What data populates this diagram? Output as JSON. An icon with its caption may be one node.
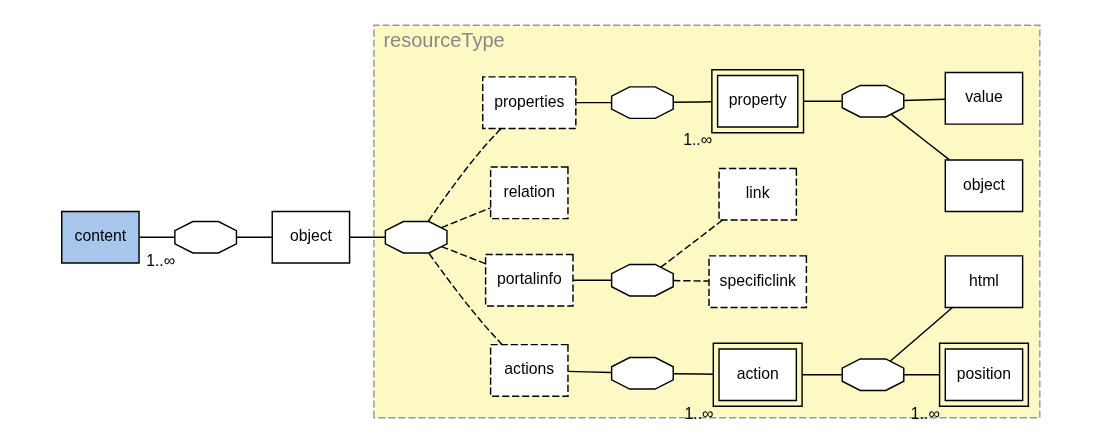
{
  "diagram": {
    "nodes": [
      {
        "text": [
          "content"
        ]
      },
      {
        "text": [],
        "shape": "octagon",
        "beside": [
          "1..∞"
        ]
      },
      {
        "text": [
          "object"
        ]
      },
      {
        "text": [
          "resourceType"
        ]
      },
      {
        "text": [],
        "shape": "octagon",
        "in": 3
      },
      {
        "text": [
          "properties"
        ],
        "in": 3
      },
      {
        "text": [
          "relation"
        ],
        "in": 3
      },
      {
        "text": [
          "portalinfo"
        ],
        "in": 3
      },
      {
        "text": [
          "actions"
        ],
        "in": 3
      },
      {
        "text": [],
        "shape": "octagon",
        "in": 3
      },
      {
        "text": [
          "property"
        ],
        "in": 3,
        "beside": [
          "1..∞"
        ]
      },
      {
        "text": [],
        "shape": "octagon",
        "in": 3
      },
      {
        "text": [
          "value"
        ],
        "in": 3
      },
      {
        "text": [
          "object"
        ],
        "in": 3
      },
      {
        "text": [],
        "shape": "octagon",
        "in": 3
      },
      {
        "text": [
          "link"
        ],
        "in": 3
      },
      {
        "text": [
          "specificlink"
        ],
        "in": 3
      },
      {
        "text": [],
        "shape": "octagon",
        "in": 3
      },
      {
        "text": [
          "action"
        ],
        "in": 3,
        "beside": [
          "1..∞"
        ]
      },
      {
        "text": [],
        "shape": "octagon",
        "in": 3
      },
      {
        "text": [
          "html"
        ],
        "in": 3
      },
      {
        "text": [
          "position"
        ],
        "in": 3,
        "beside": [
          "1..∞"
        ]
      }
    ],
    "edges": [
      {
        "from": 0,
        "to": 1,
        "arrow": "none"
      },
      {
        "from": 1,
        "to": 2,
        "arrow": "none"
      },
      {
        "from": 2,
        "to": 4,
        "arrow": "none"
      },
      {
        "from": 4,
        "to": 5,
        "arrow": "none",
        "style": "dashed"
      },
      {
        "from": 4,
        "to": 6,
        "arrow": "none",
        "style": "dashed"
      },
      {
        "from": 4,
        "to": 7,
        "arrow": "none",
        "style": "dashed"
      },
      {
        "from": 4,
        "to": 8,
        "arrow": "none",
        "style": "dashed"
      },
      {
        "from": 5,
        "to": 9,
        "arrow": "none"
      },
      {
        "from": 9,
        "to": 10,
        "arrow": "none"
      },
      {
        "from": 10,
        "to": 11,
        "arrow": "none"
      },
      {
        "from": 11,
        "to": 12,
        "arrow": "none"
      },
      {
        "from": 11,
        "to": 13,
        "arrow": "none"
      },
      {
        "from": 7,
        "to": 14,
        "arrow": "none"
      },
      {
        "from": 14,
        "to": 15,
        "arrow": "none",
        "style": "dashed"
      },
      {
        "from": 14,
        "to": 16,
        "arrow": "none",
        "style": "dashed"
      },
      {
        "from": 8,
        "to": 17,
        "arrow": "none"
      },
      {
        "from": 17,
        "to": 18,
        "arrow": "none"
      },
      {
        "from": 18,
        "to": 19,
        "arrow": "none"
      },
      {
        "from": 19,
        "to": 20,
        "arrow": "none"
      },
      {
        "from": 19,
        "to": 21,
        "arrow": "none"
      }
    ]
  }
}
